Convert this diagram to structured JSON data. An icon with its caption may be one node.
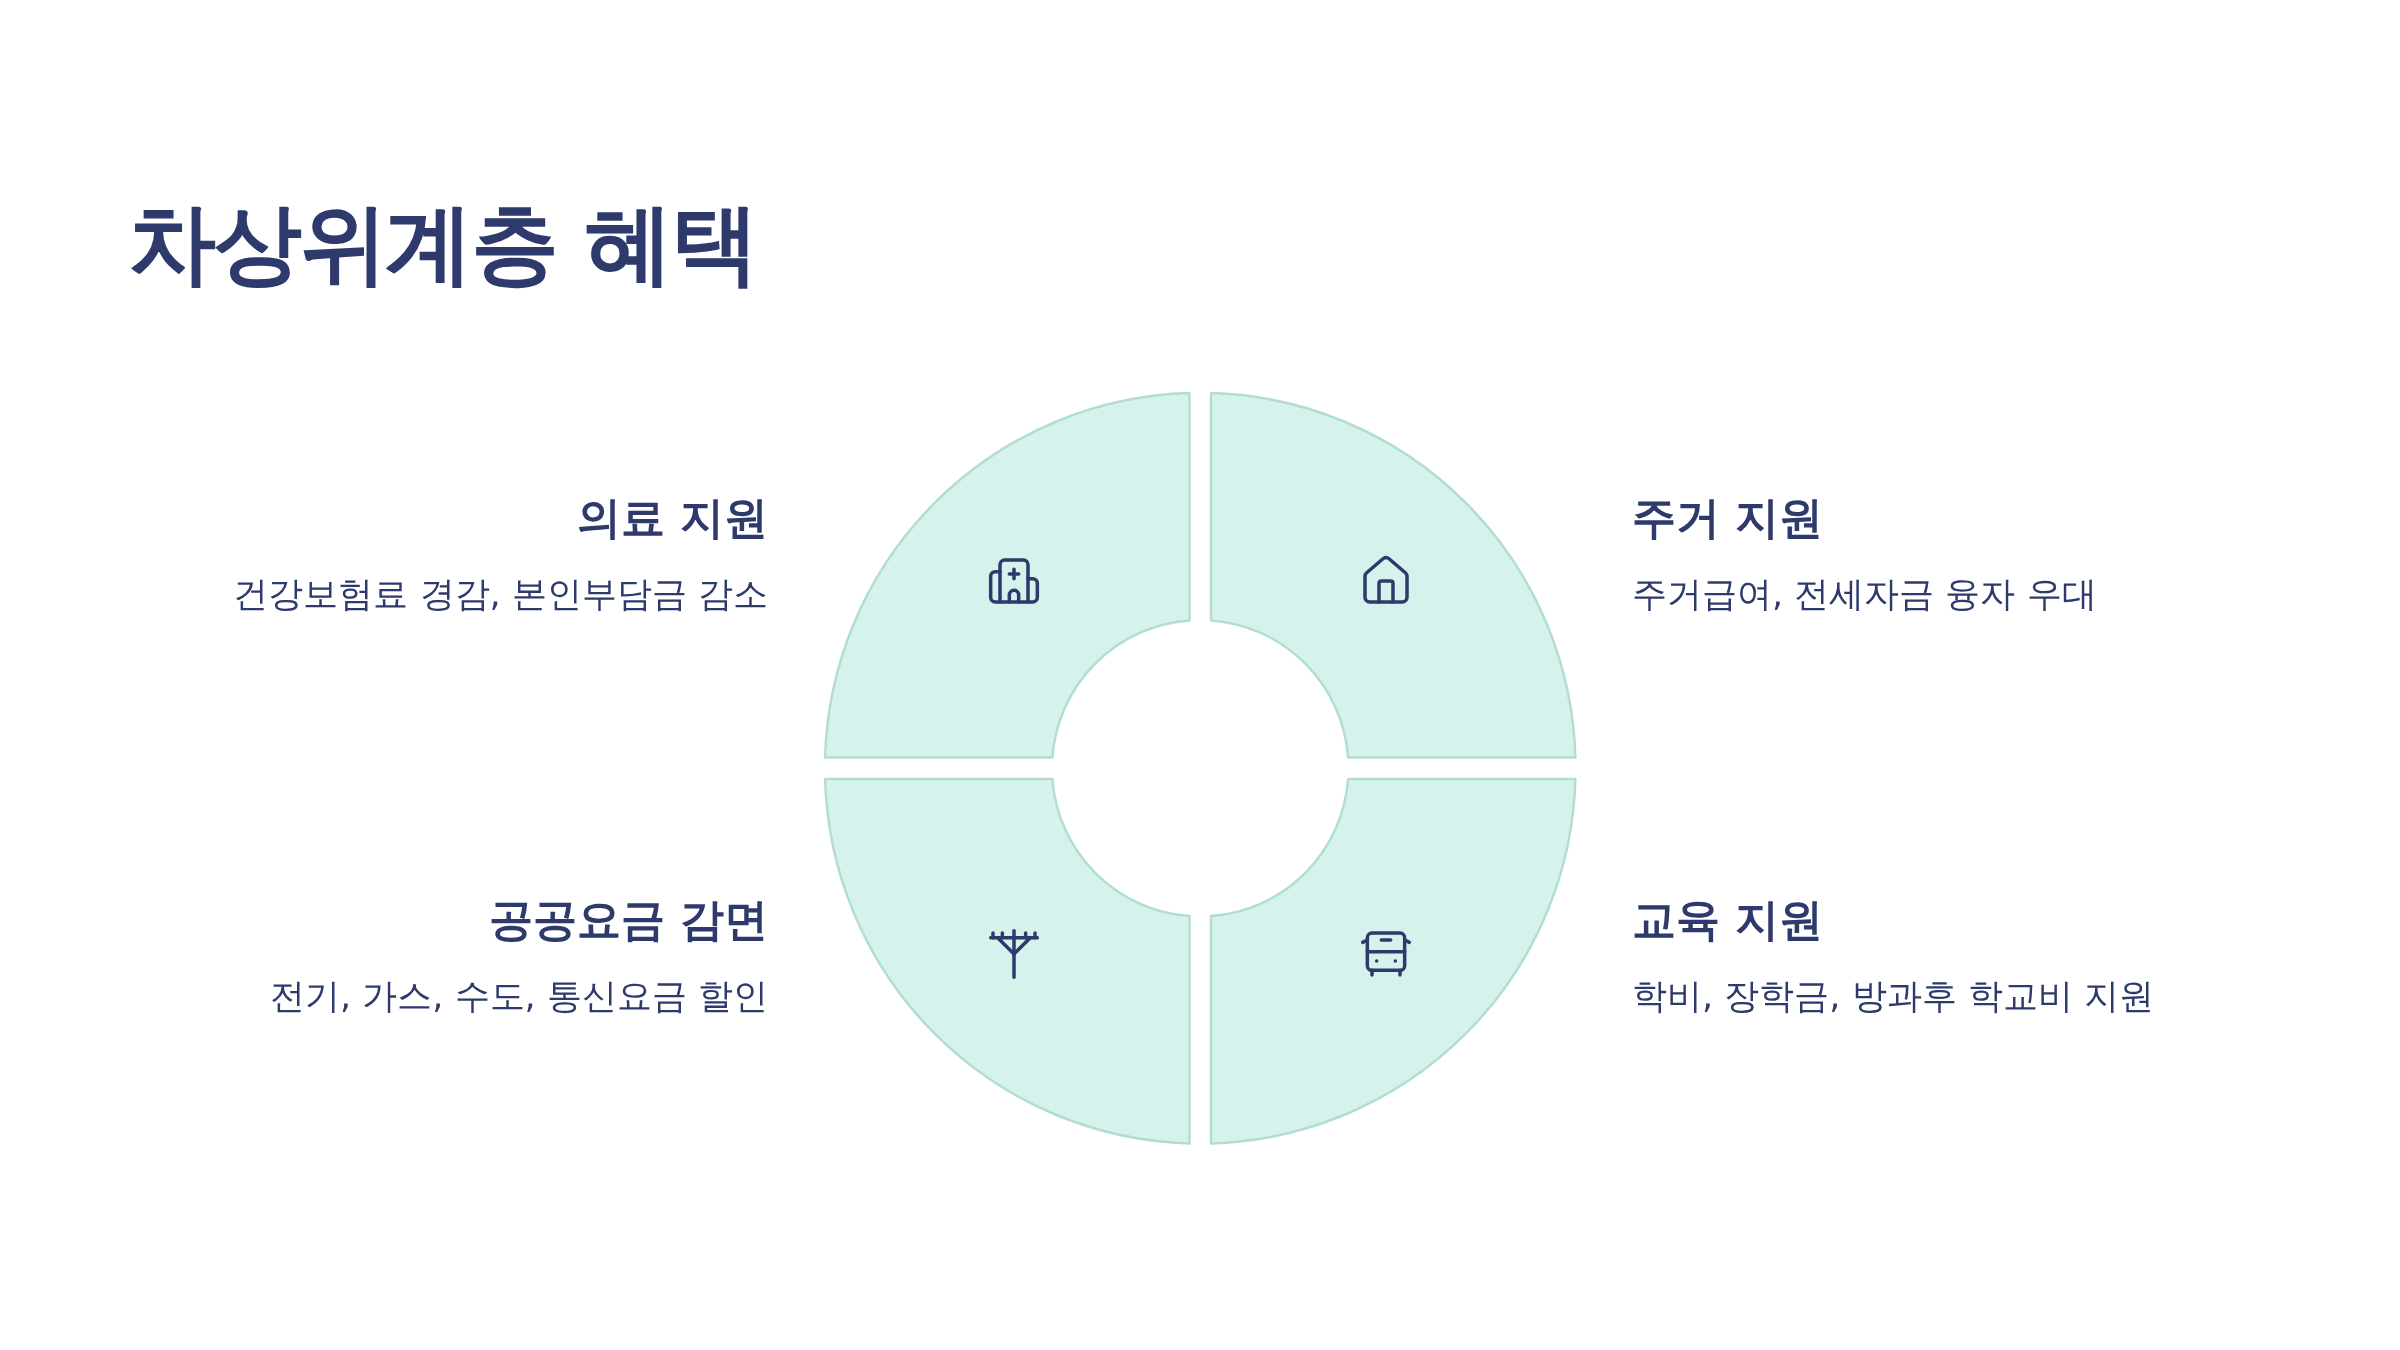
{
  "diagram": {
    "title": "차상위계층 혜택",
    "nodes": [
      {
        "text": [],
        "shape": "sector",
        "beside": [
          "의료 지원",
          "건강보험료 경감, 본인부담금 감소"
        ]
      },
      {
        "text": [],
        "shape": "sector",
        "beside": [
          "주거 지원",
          "주거급여, 전세자금 융자 우대"
        ]
      },
      {
        "text": [],
        "shape": "sector",
        "beside": [
          "공공요금 감면",
          "전기, 가스, 수도, 통신요금 할인"
        ]
      },
      {
        "text": [],
        "shape": "sector",
        "beside": [
          "교육 지원",
          "학비, 장학금, 방과후 학교비 지원"
        ]
      }
    ]
  }
}
